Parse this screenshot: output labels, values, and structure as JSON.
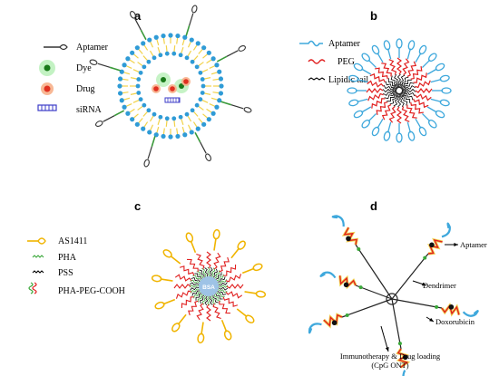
{
  "panels": {
    "a": {
      "label": "a",
      "legend": [
        "Aptamer",
        "Dye",
        "Drug",
        "siRNA"
      ]
    },
    "b": {
      "label": "b",
      "legend": [
        "Aptamer",
        "PEG",
        "Lipidic tail"
      ]
    },
    "c": {
      "label": "c",
      "legend": [
        "AS1411",
        "PHA",
        "PSS",
        "PHA-PEG-COOH"
      ],
      "core_label": "BSA"
    },
    "d": {
      "label": "d",
      "annotations": {
        "aptamer": "Aptamer",
        "dendrimer": "Dendrimer",
        "doxorubicin": "Doxorubicin",
        "immuno_line1": "Immunotherapy & Drug loading",
        "immuno_line2": "(CpG ONT)"
      }
    }
  },
  "colors": {
    "lipid_yellow": "#f2d24a",
    "lipid_blue": "#2f9bd6",
    "aptamer_blue": "#3ea8dc",
    "peg_red": "#e02020",
    "pha_green": "#3aa83a",
    "as1411_yellow": "#f0b400",
    "linker_green": "#3a9a3a",
    "bsa_core": "#9ec3e6",
    "drug_red": "#e03020",
    "dye_green": "#40c040",
    "sirna_blue": "#3c3cc8"
  }
}
